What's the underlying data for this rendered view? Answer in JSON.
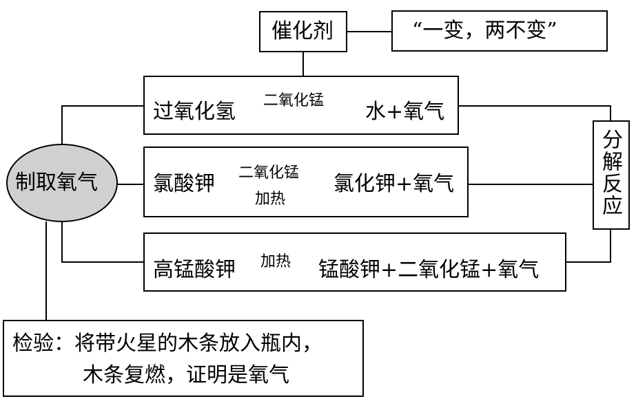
{
  "central": {
    "label": "制取氧气"
  },
  "catalyst": {
    "label": "催化剂",
    "note": "“一变，两不变”"
  },
  "reactions": [
    {
      "reactant": "过氧化氢",
      "condition_top": "二氧化锰",
      "condition_bottom": "",
      "products": "水+氧气"
    },
    {
      "reactant": "氯酸钾",
      "condition_top": "二氧化锰",
      "condition_bottom": "加热",
      "products": "氯化钾+氧气"
    },
    {
      "reactant": "高锰酸钾",
      "condition_top": "加热",
      "condition_bottom": "",
      "products": "锰酸钾+二氧化锰+氧气"
    }
  ],
  "reaction_type": {
    "label": "分解反应"
  },
  "test": {
    "line1": "检验：将带火星的木条放入瓶内，",
    "line2": "木条复燃，证明是氧气"
  },
  "colors": {
    "ellipse_fill": "#d0d0d0",
    "stroke": "#000000"
  }
}
